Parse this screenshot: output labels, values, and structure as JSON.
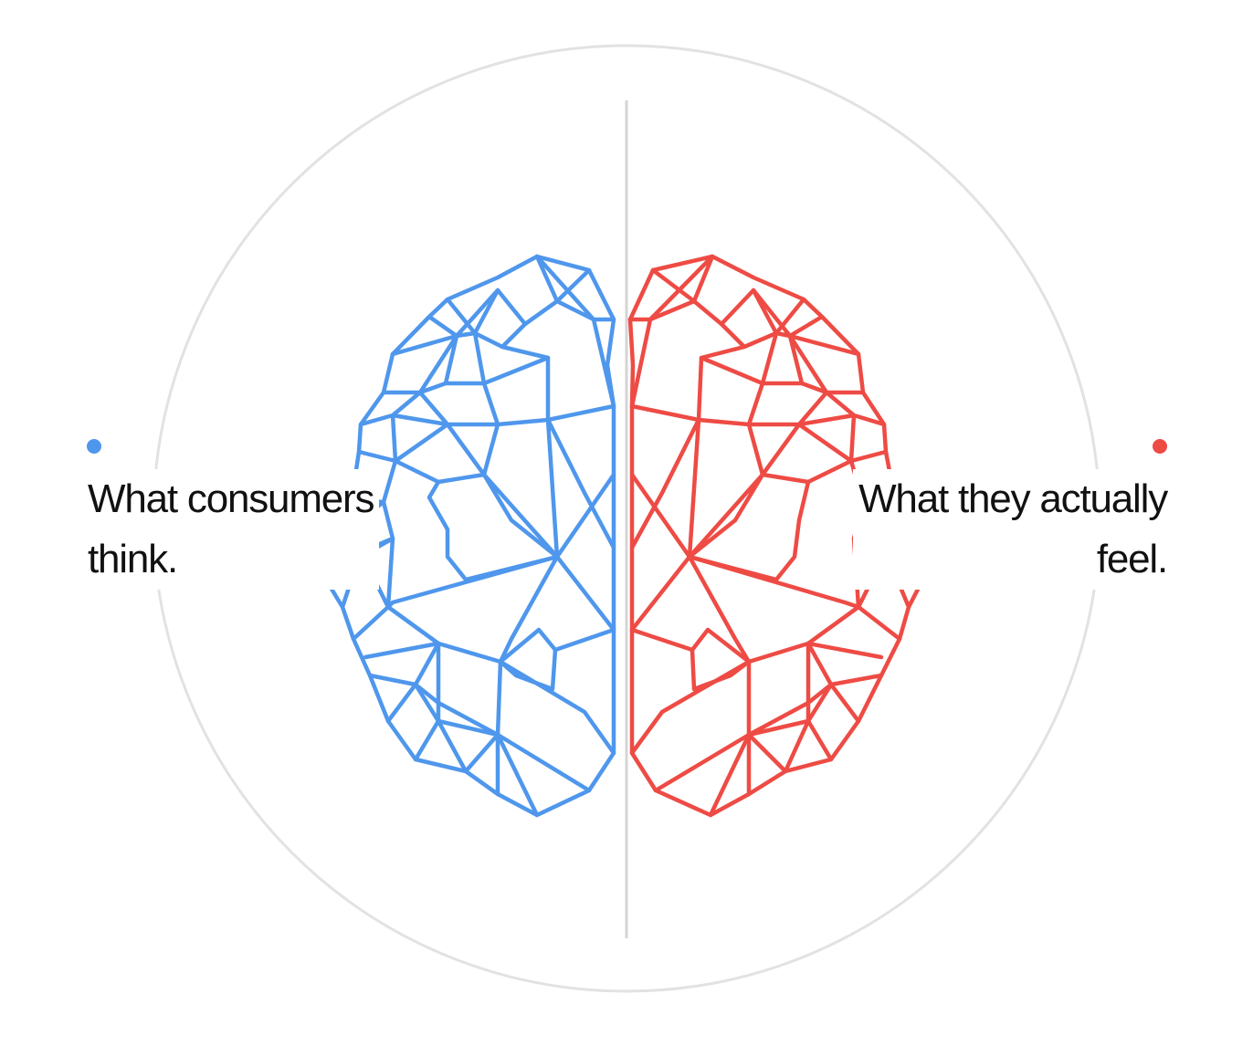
{
  "left_panel": {
    "line1": "What consumers",
    "line2": "think.",
    "color": "#4F97EC"
  },
  "right_panel": {
    "line1": "What they actually",
    "line2": "feel.",
    "color": "#EE4B45"
  },
  "icons": {
    "left_hemisphere": "brain-left-hemisphere-network",
    "right_hemisphere": "brain-right-hemisphere-network"
  },
  "colors": {
    "ring": "#E2E2E2",
    "divider": "#D4D4D4",
    "text": "#111111"
  }
}
